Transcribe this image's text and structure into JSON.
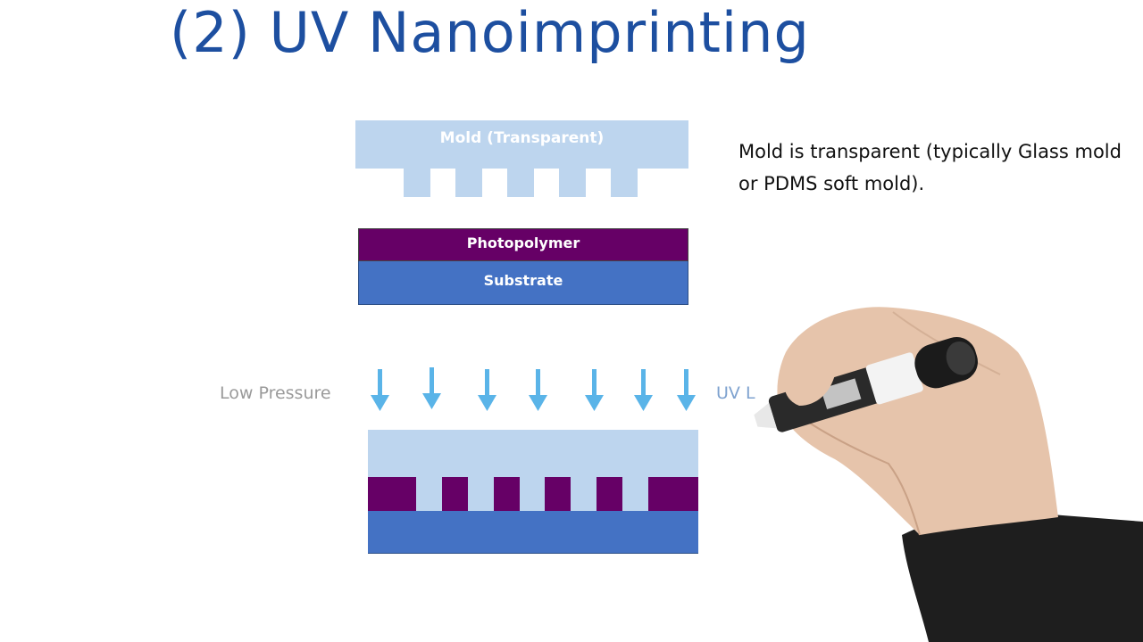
{
  "title": "(2) UV Nanoimprinting",
  "diagram": {
    "mold_label": "Mold (Transparent)",
    "photopolymer_label": "Photopolymer",
    "substrate_label": "Substrate",
    "pressure_label": "Low Pressure",
    "uv_label": "UV L"
  },
  "note": {
    "text": "Mold is transparent (typically Glass mold or PDMS soft mold)."
  },
  "colors": {
    "title": "#1d4fa0",
    "mold": "#bdd5ee",
    "photopolymer": "#660066",
    "substrate": "#4472c4",
    "uv_arrow": "#5ab4e8"
  },
  "icons": {
    "hand": "hand-with-marker-icon"
  }
}
